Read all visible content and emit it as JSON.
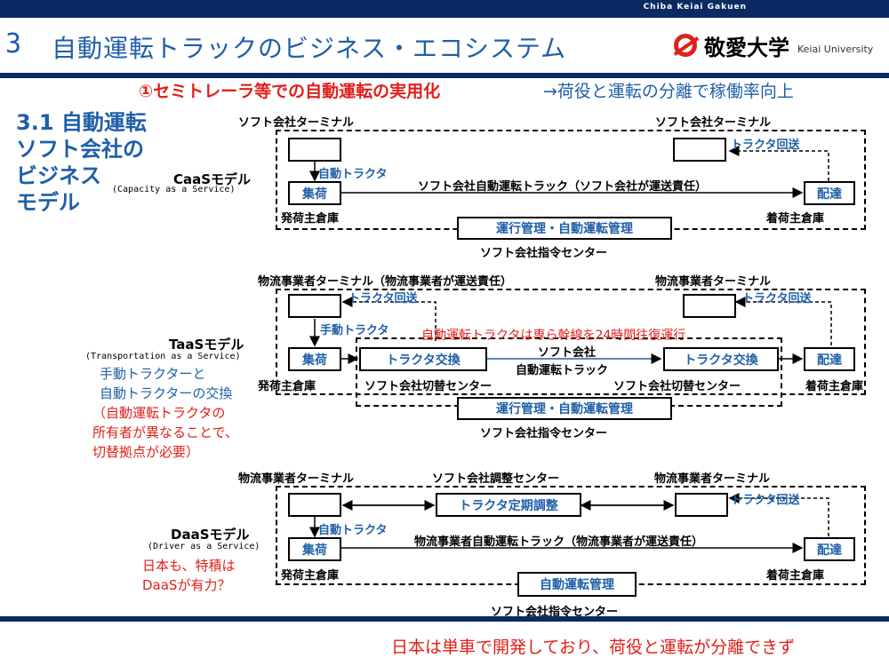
{
  "header": {
    "brand": "Chiba Keiai Gakuen"
  },
  "title": {
    "number": "3",
    "text": "自動運転トラックのビジネス・エコシステム"
  },
  "logo": {
    "jp": "敬愛大学",
    "en": "Keiai University"
  },
  "subtitle": {
    "red": "①セミトレーラ等での自動運転の実用化",
    "blue": "→荷役と運転の分離で稼働率向上"
  },
  "section": {
    "title": "3.1 自動運転\nソフト会社の\nビジネス\nモデル"
  },
  "caas": {
    "name": "CaaSモデル",
    "subname": "(Capacity as a Service)",
    "terminal_left": "ソフト会社ターミナル",
    "terminal_right": "ソフト会社ターミナル",
    "tractor": "自動トラクタ",
    "return": "トラクタ回送",
    "pickup": "集荷",
    "delivery": "配達",
    "truck": "ソフト会社自動運転トラック（ソフト会社が運送責任）",
    "origin": "発荷主倉庫",
    "dest": "着荷主倉庫",
    "mgmt": "運行管理・自動運転管理",
    "center": "ソフト会社指令センター"
  },
  "taas": {
    "name": "TaaSモデル",
    "subname": "(Transportation as a Service)",
    "terminal_left": "物流事業者ターミナル（物流事業者が運送責任）",
    "terminal_right": "物流事業者ターミナル",
    "return_left": "トラクタ回送",
    "return_right": "トラクタ回送",
    "tractor": "手動トラクタ",
    "red_note": "自動運転トラクタは専ら幹線を24時間往復運行",
    "pickup": "集荷",
    "exchange_left": "トラクタ交換",
    "exchange_right": "トラクタ交換",
    "delivery": "配達",
    "truck_line1": "ソフト会社",
    "truck_line2": "自動運転トラック",
    "origin": "発荷主倉庫",
    "switch_left": "ソフト会社切替センター",
    "switch_right": "ソフト会社切替センター",
    "dest": "着荷主倉庫",
    "mgmt": "運行管理・自動運転管理",
    "center": "ソフト会社指令センター",
    "note_blue": "手動トラクターと\n自動トラクターの交換",
    "note_red": "（自動運転トラクタの\n所有者が異なることで、\n切替拠点が必要）"
  },
  "daas": {
    "name": "DaaSモデル",
    "subname": "(Driver as a Service)",
    "terminal_left": "物流事業者ターミナル",
    "adjust_center": "ソフト会社調整センター",
    "terminal_right": "物流事業者ターミナル",
    "adjust": "トラクタ定期調整",
    "return": "トラクタ回送",
    "tractor": "自動トラクタ",
    "pickup": "集荷",
    "truck": "物流事業者自動運転トラック（物流事業者が運送責任）",
    "delivery": "配達",
    "origin": "発荷主倉庫",
    "dest": "着荷主倉庫",
    "mgmt": "自動運転管理",
    "center": "ソフト会社指令センター",
    "note": "日本も、特積は\nDaaSが有力？"
  },
  "footer": {
    "text": "日本は単車で開発しており、荷役と運転が分離できず"
  },
  "colors": {
    "navy": "#0b2a63",
    "blue": "#1f5fa8",
    "red": "#e0201a"
  }
}
